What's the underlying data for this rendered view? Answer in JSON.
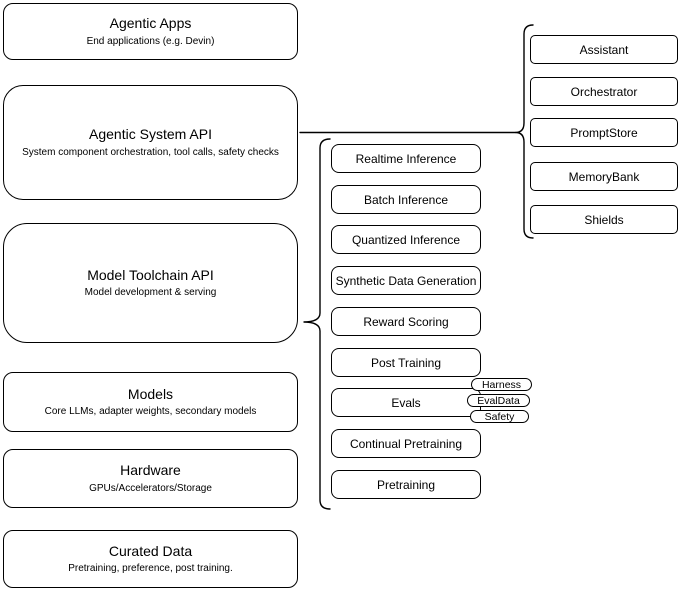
{
  "stack": [
    {
      "title": "Agentic Apps",
      "subtitle": "End applications (e.g. Devin)"
    },
    {
      "title": "Agentic System API",
      "subtitle": "System component orchestration, tool calls, safety checks"
    },
    {
      "title": "Model Toolchain API",
      "subtitle": "Model development & serving"
    },
    {
      "title": "Models",
      "subtitle": "Core LLMs, adapter weights, secondary models"
    },
    {
      "title": "Hardware",
      "subtitle": "GPUs/Accelerators/Storage"
    },
    {
      "title": "Curated Data",
      "subtitle": "Pretraining, preference, post training."
    }
  ],
  "toolchain_services": [
    "Realtime Inference",
    "Batch Inference",
    "Quantized Inference",
    "Synthetic Data Generation",
    "Reward Scoring",
    "Post Training",
    "Evals",
    "Continual Pretraining",
    "Pretraining"
  ],
  "evals_badges": [
    "Harness",
    "EvalData",
    "Safety"
  ],
  "system_components": [
    "Assistant",
    "Orchestrator",
    "PromptStore",
    "MemoryBank",
    "Shields"
  ],
  "colors": {
    "stroke": "#000000",
    "fill": "#ffffff",
    "text": "#000000"
  }
}
